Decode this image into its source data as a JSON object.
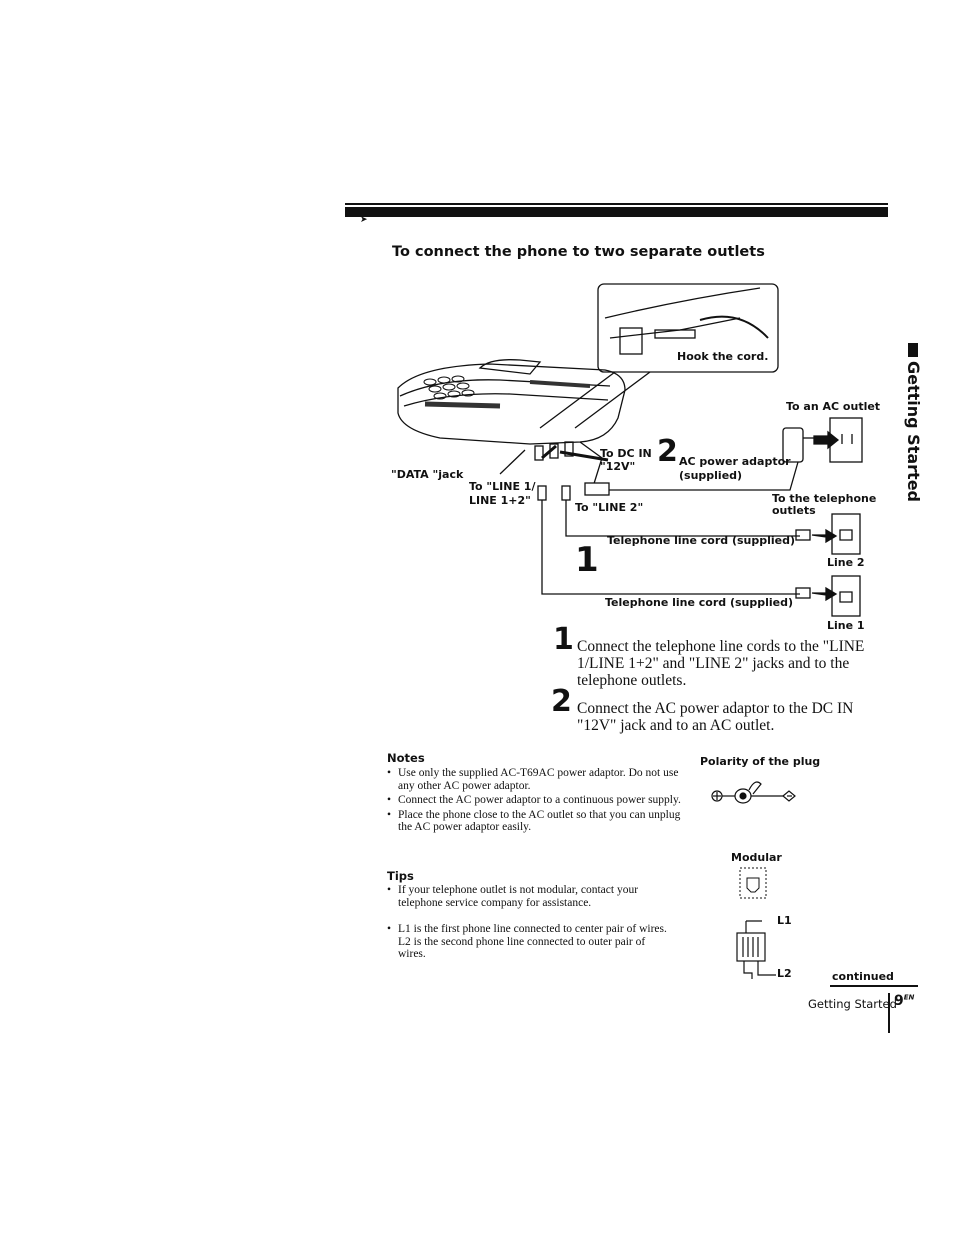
{
  "section_tab": "Getting Started",
  "section_title": "To connect the phone to two separate outlets",
  "diagram": {
    "hook_cord": "Hook the cord.",
    "to_ac_outlet": "To an AC outlet",
    "to_dc_in_line1": "To DC IN",
    "to_dc_in_line2": "\"12V\"",
    "step2_marker": "2",
    "ac_adaptor_line1": "AC power adaptor",
    "ac_adaptor_line2": "(supplied)",
    "data_jack": "\"DATA \"jack",
    "to_line1_line1": "To \"LINE 1/",
    "to_line1_line2": "LINE 1+2\"",
    "to_line2": "To \"LINE 2\"",
    "to_tel_outlets_line1": "To the telephone",
    "to_tel_outlets_line2": "outlets",
    "cord_label_1": "Telephone line cord (supplied)",
    "step1_marker": "1",
    "line2_label": "Line 2",
    "cord_label_2": "Telephone line cord (supplied)",
    "line1_label": "Line 1"
  },
  "steps": [
    {
      "num": "1",
      "text": "Connect the telephone line cords to the \"LINE 1/LINE 1+2\" and \"LINE 2\" jacks and to the telephone outlets."
    },
    {
      "num": "2",
      "text": "Connect the AC power adaptor to the DC IN \"12V\" jack and to an AC outlet."
    }
  ],
  "notes": {
    "heading": "Notes",
    "items": [
      "Use only the supplied AC-T69AC power adaptor. Do not use any other AC power adaptor.",
      "Connect the AC power adaptor to a continuous power supply.",
      "Place the phone close to the AC outlet so that you can unplug the AC power adaptor easily."
    ]
  },
  "tips": {
    "heading": "Tips",
    "items": [
      "If your telephone outlet is not modular, contact your telephone service company for assistance.",
      "L1 is the first phone line connected to center pair of wires. L2 is the second phone line connected to outer pair of wires."
    ]
  },
  "polarity": {
    "heading": "Polarity of the plug"
  },
  "modular": {
    "heading": "Modular",
    "l1": "L1",
    "l2": "L2"
  },
  "continued": "continued",
  "footer": {
    "section": "Getting Started",
    "page": "9",
    "page_suffix": "EN"
  }
}
